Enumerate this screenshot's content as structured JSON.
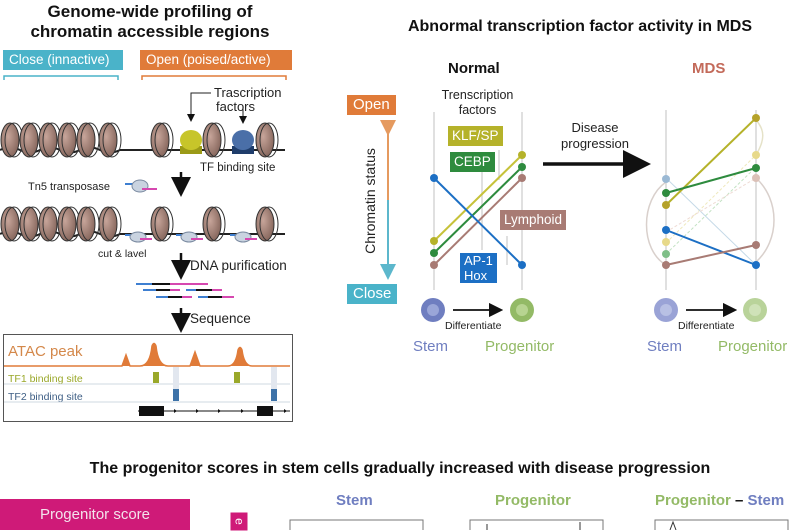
{
  "left_panel": {
    "title_line1": "Genome-wide profiling of",
    "title_line2": "chromatin accessible regions",
    "close_label": "Close (innactive)",
    "open_label": "Open (poised/active)",
    "tf_label_line1": "Trascription",
    "tf_label_line2": "factors",
    "tf_binding_site": "TF binding site",
    "tn5_label": "Tn5 transposase",
    "cut_label": "cut & lavel",
    "step_purification": "DNA purification",
    "step_sequence": "Sequence",
    "track": {
      "atac_label": "ATAC peak",
      "tf1_label": "TF1 binding site",
      "tf2_label": "TF2 binding site"
    }
  },
  "right_panel": {
    "title": "Abnormal transcription factor activity in MDS",
    "normal_title": "Normal",
    "mds_title": "MDS",
    "axis_label": "Chromatin status",
    "open_tag": "Open",
    "close_tag": "Close",
    "tf_header_line1": "Trenscription",
    "tf_header_line2": "factors",
    "tf_tags": {
      "klf": "KLF/SP",
      "cebp": "CEBP",
      "lymphoid": "Lymphoid",
      "ap1_line1": "AP-1",
      "ap1_line2": "Hox"
    },
    "disease_line1": "Disease",
    "disease_line2": "progression",
    "differentiate": "Differentiate",
    "stem": "Stem",
    "progenitor": "Progenitor"
  },
  "bottom_panel": {
    "title": "The progenitor scores in stem cells gradually increased with disease progression",
    "score_label": "Progenitor score",
    "side_tag": "e",
    "col_stem": "Stem",
    "col_progenitor": "Progenitor",
    "col_diff_a": "Progenitor",
    "col_diff_sep": " – ",
    "col_diff_b": "Stem"
  },
  "colors": {
    "orange": "#e07b39",
    "teal": "#4ab3c9",
    "klf": "#b5b22a",
    "cebp": "#2e8b3e",
    "lymphoid": "#a87b74",
    "ap1": "#1c6fc4",
    "stem": "#6f7ec0",
    "progenitor": "#93ba66",
    "magenta": "#cf1a78",
    "mds": "#c36a5a"
  }
}
